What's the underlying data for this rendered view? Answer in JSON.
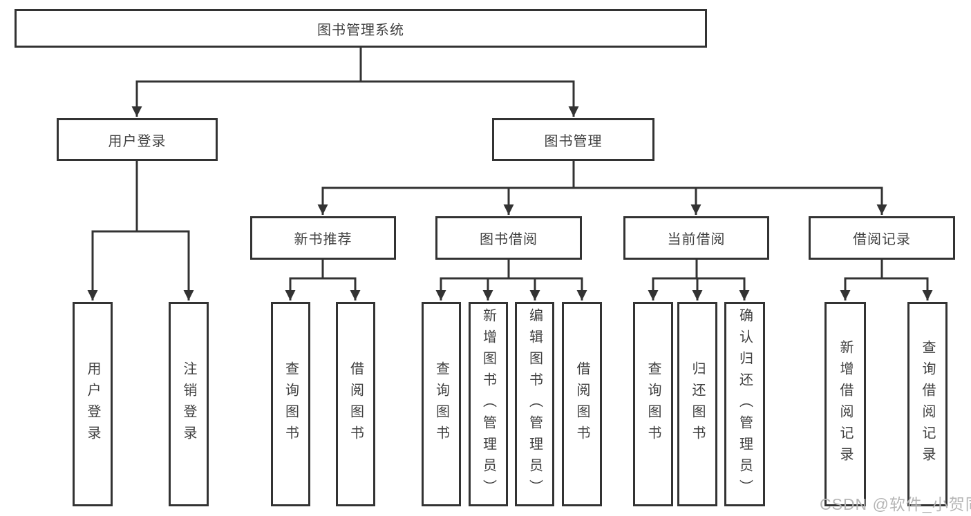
{
  "diagram": {
    "title": "图书管理系统",
    "root": {
      "label": "图书管理系统"
    },
    "level2": {
      "user_login": {
        "label": "用户登录"
      },
      "book_management": {
        "label": "图书管理"
      }
    },
    "level3": {
      "new_book_recommend": {
        "label": "新书推荐"
      },
      "book_borrow": {
        "label": "图书借阅"
      },
      "current_borrow": {
        "label": "当前借阅"
      },
      "borrow_records": {
        "label": "借阅记录"
      }
    },
    "leaves": {
      "user_login_group": [
        "用户登录",
        "注销登录"
      ],
      "new_book_group": [
        "查询图书",
        "借阅图书"
      ],
      "book_borrow_group": [
        "查询图书",
        "新增图书（管理员）",
        "编辑图书（管理员）",
        "借阅图书"
      ],
      "current_borrow_group": [
        "查询图书",
        "归还图书",
        "确认归还（管理员）"
      ],
      "borrow_records_group": [
        "新增借阅记录",
        "查询借阅记录"
      ]
    }
  },
  "watermark": "CSDN @软件_小贺同学",
  "colors": {
    "line": "#333333",
    "text": "#404040",
    "watermark": "#b5b5b5",
    "bg": "#ffffff"
  }
}
